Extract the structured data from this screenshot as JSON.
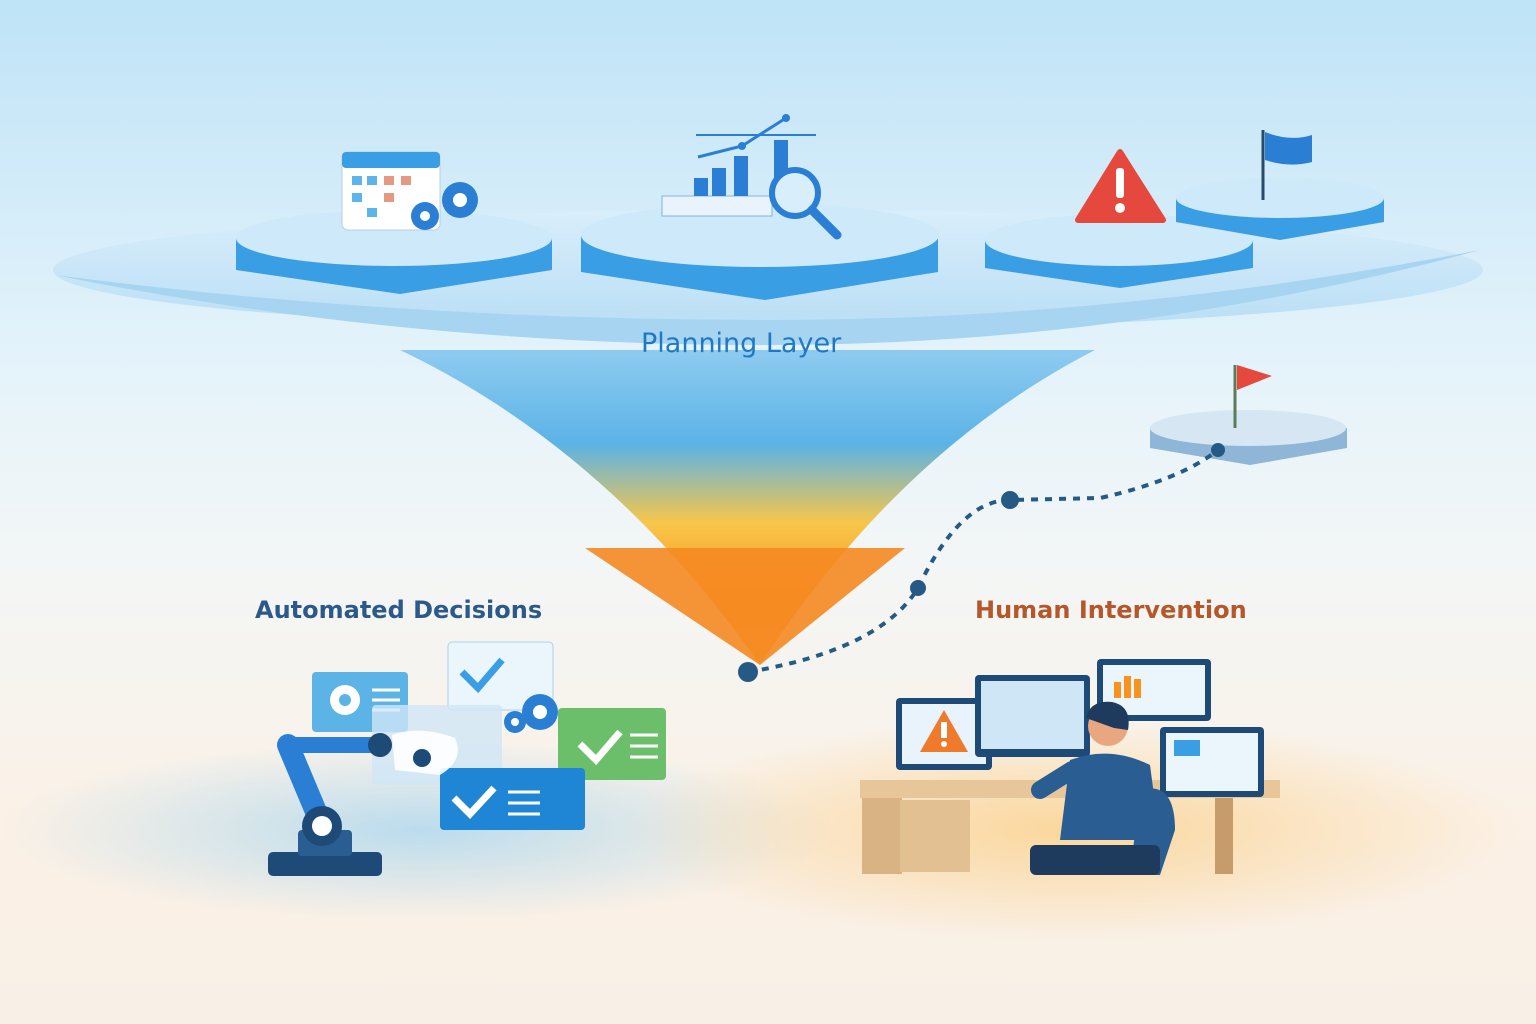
{
  "labels": {
    "planning_layer": "Planning Layer",
    "automated_decisions": "Automated Decisions",
    "human_intervention": "Human Intervention"
  },
  "colors": {
    "platform_blue": "#3a9ee4",
    "funnel_orange": "#f7931e",
    "flag_blue": "#2a7fd4",
    "flag_red": "#e5483c",
    "path_dots": "#255a84"
  }
}
